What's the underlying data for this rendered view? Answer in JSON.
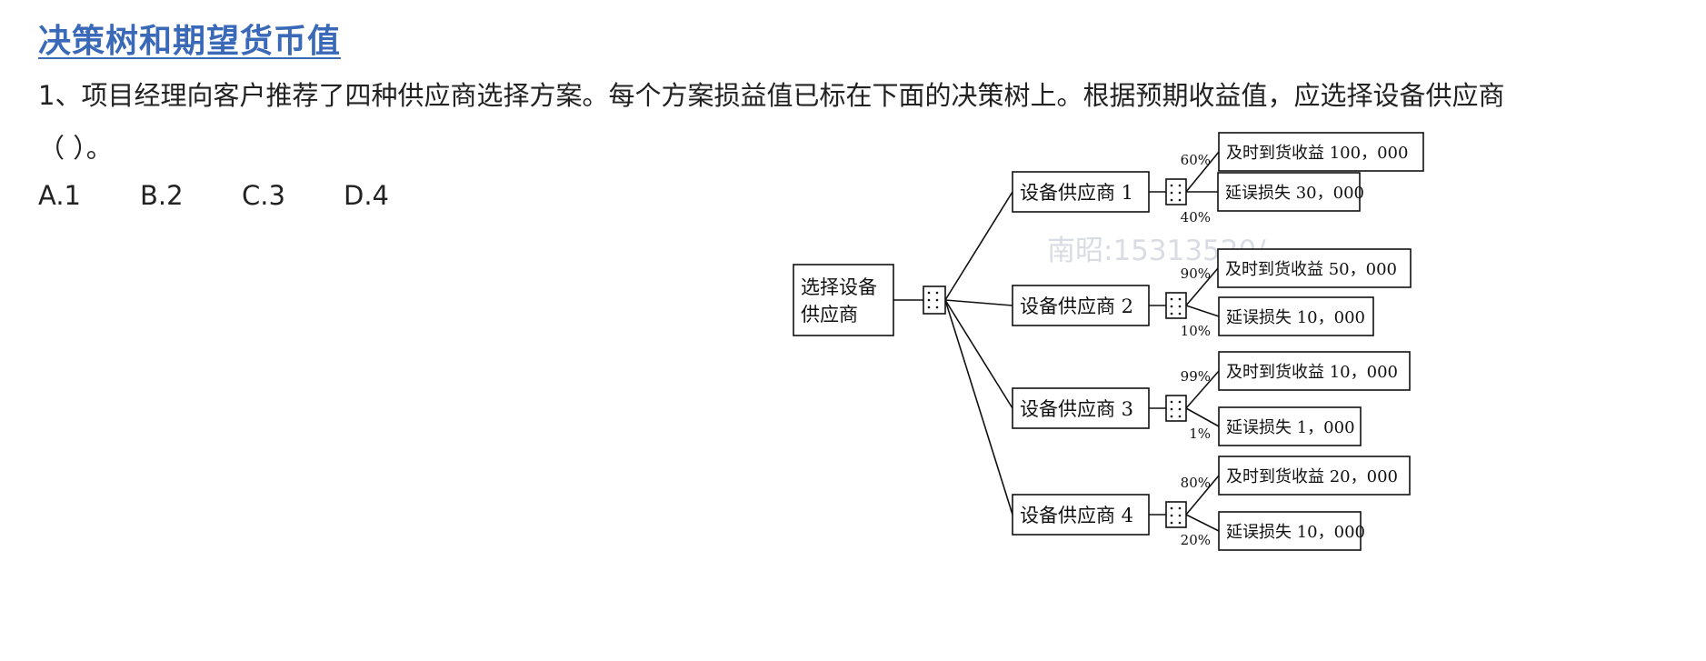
{
  "title": "决策树和期望货币值",
  "question": {
    "line1": "1、项目经理向客户推荐了四种供应商选择方案。每个方案损益值已标在下面的决策树上。根据预期收益值，应选择设备供应商",
    "line2": "（  ）。"
  },
  "options": [
    "A.1",
    "B.2",
    "C.3",
    "D.4"
  ],
  "watermark": "南昭:15313520/",
  "tree": {
    "root": {
      "line1": "选择设备",
      "line2": "供应商"
    },
    "suppliers": [
      {
        "label": "设备供应商 1",
        "outcomes": [
          {
            "prob": "60%",
            "label": "及时到货收益 100，000"
          },
          {
            "prob": "40%",
            "label": "延误损失 30，000"
          }
        ]
      },
      {
        "label": "设备供应商 2",
        "outcomes": [
          {
            "prob": "90%",
            "label": "及时到货收益 50，000"
          },
          {
            "prob": "10%",
            "label": "延误损失 10，000"
          }
        ]
      },
      {
        "label": "设备供应商 3",
        "outcomes": [
          {
            "prob": "99%",
            "label": "及时到货收益 10，000"
          },
          {
            "prob": "1%",
            "label": "延误损失 1，000"
          }
        ]
      },
      {
        "label": "设备供应商 4",
        "outcomes": [
          {
            "prob": "80%",
            "label": "及时到货收益 20，000"
          },
          {
            "prob": "20%",
            "label": "延误损失 10，000"
          }
        ]
      }
    ]
  }
}
